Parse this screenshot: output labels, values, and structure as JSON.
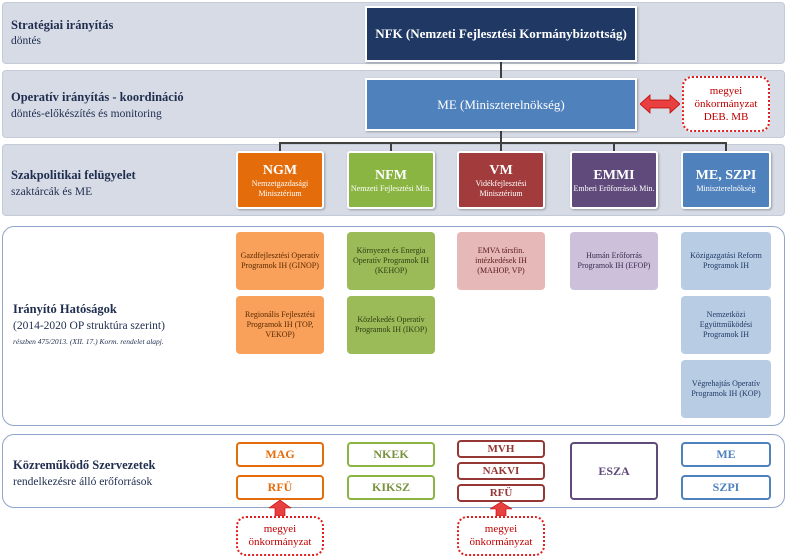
{
  "bands": {
    "strategic": {
      "title": "Stratégiai irányítás",
      "subtitle": "döntés"
    },
    "operative": {
      "title": "Operatív irányítás - koordináció",
      "subtitle": "döntés-előkészítés és monitoring"
    },
    "sectoral": {
      "title": "Szakpolitikai felügyelet",
      "subtitle": "szaktárcák és ME"
    },
    "managing": {
      "title": "Irányító Hatóságok",
      "subtitle": "(2014-2020 OP struktúra szerint)",
      "note": "részben 475/2013. (XII. 17.) Korm. rendelet alapj."
    },
    "cooperating": {
      "title": "Közreműködő Szervezetek",
      "subtitle": "rendelkezésre álló erőforrások"
    }
  },
  "nfk": "NFK (Nemzeti Fejlesztési Kormánybizottság)",
  "me": "ME (Miniszterelnökség)",
  "local_top": {
    "line1": "megyei",
    "line2": "önkormányzat",
    "line3": "DEB. MB"
  },
  "ministries": [
    {
      "code": "NGM",
      "name": "Nemzetgazdasági Minisztérium",
      "color": "#e46c0a"
    },
    {
      "code": "NFM",
      "name": "Nemzeti Fejlesztési Min.",
      "color": "#8ab542"
    },
    {
      "code": "VM",
      "name": "Vidékfejlesztési Minisztérium",
      "color": "#a23b3b"
    },
    {
      "code": "EMMI",
      "name": "Emberi Erőforrások Min.",
      "color": "#604a7b"
    },
    {
      "code": "ME, SZPI",
      "name": "Miniszterelnökség",
      "color": "#4f81bd"
    }
  ],
  "ih": {
    "ngm1": "Gazdfejlesztési Operatív Programok IH (GINOP)",
    "ngm2": "Regionális Fejlesztési Programok IH (TOP, VEKOP)",
    "nfm1": "Környezet és Energia Operatív Programok IH (KEHOP)",
    "nfm2": "Közlekedés Operatív Programok IH (IKOP)",
    "vm1": "EMVA társfin. intézkedések IH (MAHOP, VP)",
    "emmi1": "Humán Erőforrás Programok IH (EFOP)",
    "me1": "Közigazgatási Reform Programok IH",
    "me2": "Nemzetközi Együttműködési Programok IH",
    "me3": "Végrehajtás Operatív Programok IH (KOP)"
  },
  "orgs": {
    "mag": "MAG",
    "rfu1": "RFÜ",
    "nkek": "NKEK",
    "kiksz": "KIKSZ",
    "mvh": "MVH",
    "nakvi": "NAKVI",
    "rfu2": "RFÜ",
    "esza": "ESZA",
    "me": "ME",
    "szpi": "SZPI"
  },
  "local_bottom": {
    "line1": "megyei",
    "line2": "önkormányzat"
  }
}
